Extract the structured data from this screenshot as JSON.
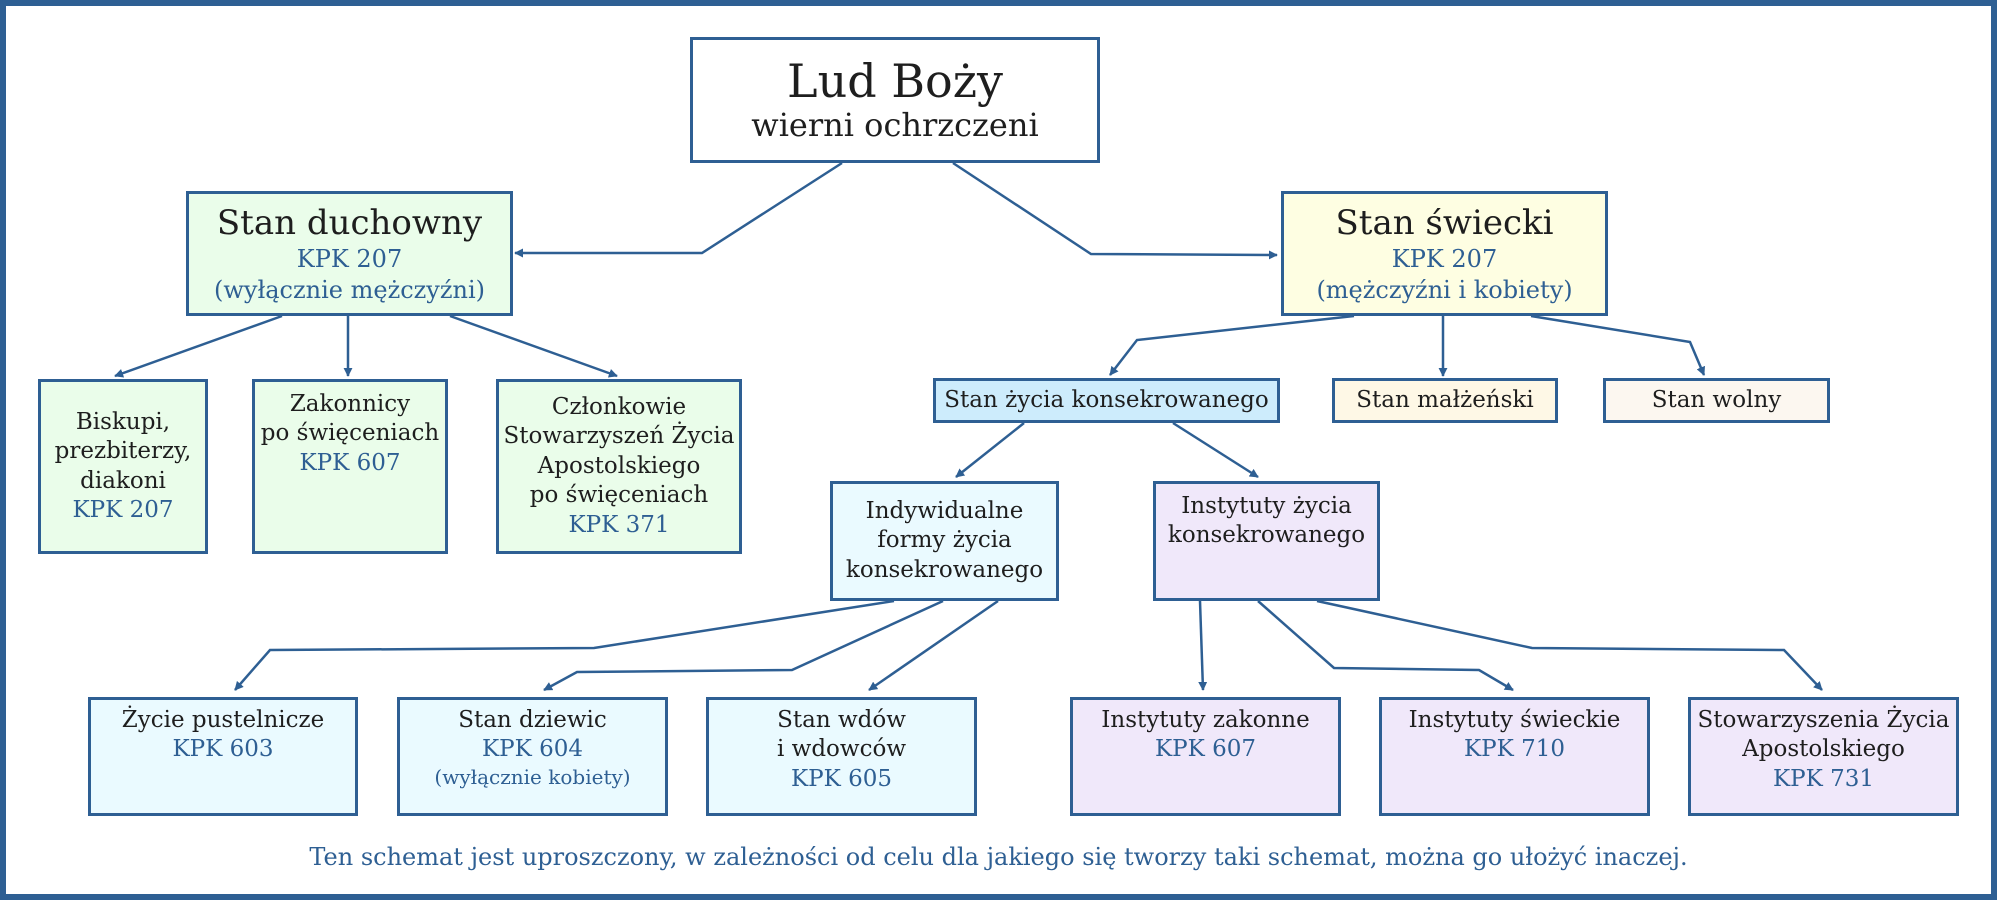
{
  "root": {
    "title": "Lud Boży",
    "subtitle": "wierni ochrzczeni"
  },
  "clergy": {
    "title": "Stan duchowny",
    "ref": "KPK 207",
    "note": "(wyłącznie mężczyźni)"
  },
  "lay": {
    "title": "Stan świecki",
    "ref": "KPK 207",
    "note": "(mężczyźni i kobiety)"
  },
  "clergy_children": [
    {
      "lines": [
        "Biskupi,",
        "prezbiterzy,",
        "diakoni"
      ],
      "ref": "KPK 207"
    },
    {
      "lines": [
        "Zakonnicy",
        "po święceniach"
      ],
      "ref": "KPK 607"
    },
    {
      "lines": [
        "Członkowie",
        "Stowarzyszeń Życia",
        "Apostolskiego",
        "po święceniach"
      ],
      "ref": "KPK 371"
    }
  ],
  "lay_children": {
    "consecrated": "Stan życia konsekrowanego",
    "married": "Stan małżeński",
    "single": "Stan wolny"
  },
  "consecrated_children": {
    "individual": [
      "Indywidualne",
      "formy życia",
      "konsekrowanego"
    ],
    "institutes": [
      "Instytuty życia",
      "konsekrowanego"
    ]
  },
  "individual_forms": [
    {
      "lines": [
        "Życie pustelnicze"
      ],
      "ref": "KPK 603"
    },
    {
      "lines": [
        "Stan dziewic"
      ],
      "ref": "KPK 604",
      "note": "(wyłącznie kobiety)"
    },
    {
      "lines": [
        "Stan wdów",
        "i wdowców"
      ],
      "ref": "KPK 605"
    }
  ],
  "institute_forms": [
    {
      "lines": [
        "Instytuty zakonne"
      ],
      "ref": "KPK 607"
    },
    {
      "lines": [
        "Instytuty świeckie"
      ],
      "ref": "KPK 710"
    },
    {
      "lines": [
        "Stowarzyszenia Życia",
        "Apostolskiego"
      ],
      "ref": "KPK 731"
    }
  ],
  "footnote": "Ten schemat jest uproszczony, w zależności od celu dla jakiego się tworzy taki schemat, można go ułożyć inaczej.",
  "colors": {
    "border": "#2e5f93",
    "clergy_fill": "#eafdea",
    "lay_fill": "#fefee2",
    "consecrated_fill": "#cdecfc",
    "married_fill": "#fef8e6",
    "single_fill": "#fcf7f0",
    "individual_fill": "#eafaff",
    "institutes_fill": "#f0e8fa"
  }
}
